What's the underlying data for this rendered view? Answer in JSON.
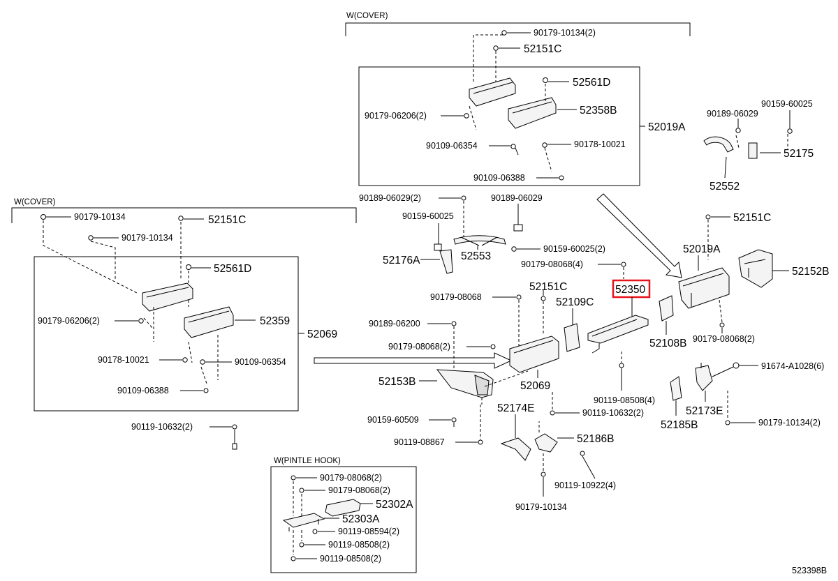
{
  "sections": {
    "cover_top": "W(COVER)",
    "cover_left": "W(COVER)",
    "pintle_hook": "W(PINTLE HOOK)"
  },
  "labels": {
    "t1": "90179-10134(2)",
    "t2": "52151C",
    "t3": "52561D",
    "t4": "52358B",
    "t5": "90179-06206(2)",
    "t6": "52019A",
    "t7": "90109-06354",
    "t8": "90178-10021",
    "t9": "90109-06388",
    "r1": "90159-60025",
    "r2": "90189-06029",
    "r3": "52175",
    "r4": "52552",
    "m1": "90189-06029(2)",
    "m2": "90189-06029",
    "m3": "90159-60025",
    "m4": "90159-60025(2)",
    "m5": "52176A",
    "m6": "52553",
    "m7": "90179-08068(4)",
    "m8": "52151C",
    "m9": "52019A",
    "m10": "52152B",
    "m11": "52350",
    "m12": "52151C",
    "m13": "90179-08068",
    "m14": "52109C",
    "m15": "90189-06200",
    "m16": "52108B",
    "m17": "90179-08068(2)",
    "m18": "90179-08068(2)",
    "m19": "91674-A1028(6)",
    "m20": "52153B",
    "m21": "52069",
    "m22": "90119-08508(4)",
    "m23": "52174E",
    "m24": "52173E",
    "m25": "90159-60509",
    "m26": "90119-10632(2)",
    "m27": "52185B",
    "m28": "90179-10134(2)",
    "m29": "90119-08867",
    "m30": "52186B",
    "m31": "90119-10922(4)",
    "m32": "90179-10134",
    "l1": "90179-10134",
    "l2": "52151C",
    "l3": "90179-10134",
    "l4": "52561D",
    "l5": "90179-06206(2)",
    "l6": "52359",
    "l7": "52069",
    "l8": "90178-10021",
    "l9": "90109-06354",
    "l10": "90109-06388",
    "l11": "90119-10632(2)",
    "p1": "90179-08068(2)",
    "p2": "90179-08068(2)",
    "p3": "52302A",
    "p4": "52303A",
    "p5": "90119-08594(2)",
    "p6": "90119-08508(2)",
    "p7": "90119-08508(2)",
    "code": "523398B"
  },
  "colors": {
    "highlight": "#e8141b",
    "line": "#000000",
    "background": "#ffffff"
  }
}
